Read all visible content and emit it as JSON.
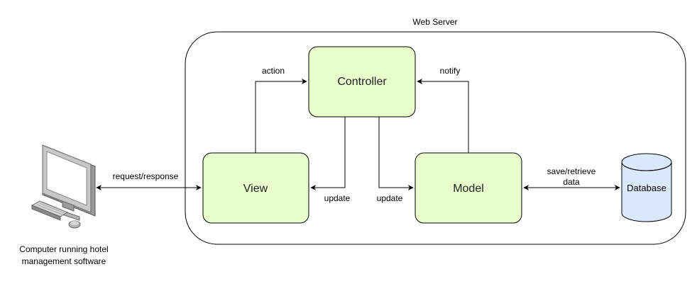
{
  "server": {
    "title": "Web Server"
  },
  "nodes": {
    "controller": "Controller",
    "view": "View",
    "model": "Model",
    "database": "Database"
  },
  "edges": {
    "action": "action",
    "notify": "notify",
    "update_view": "update",
    "update_model": "update",
    "request_response": "request/response",
    "save_retrieve_line1": "save/retrieve",
    "save_retrieve_line2": "data"
  },
  "computer": {
    "caption_line1": "Computer running hotel",
    "caption_line2": "management software"
  },
  "colors": {
    "box_fill": "#e6ffcc",
    "db_fill": "#dae8fc",
    "stroke": "#000000"
  }
}
